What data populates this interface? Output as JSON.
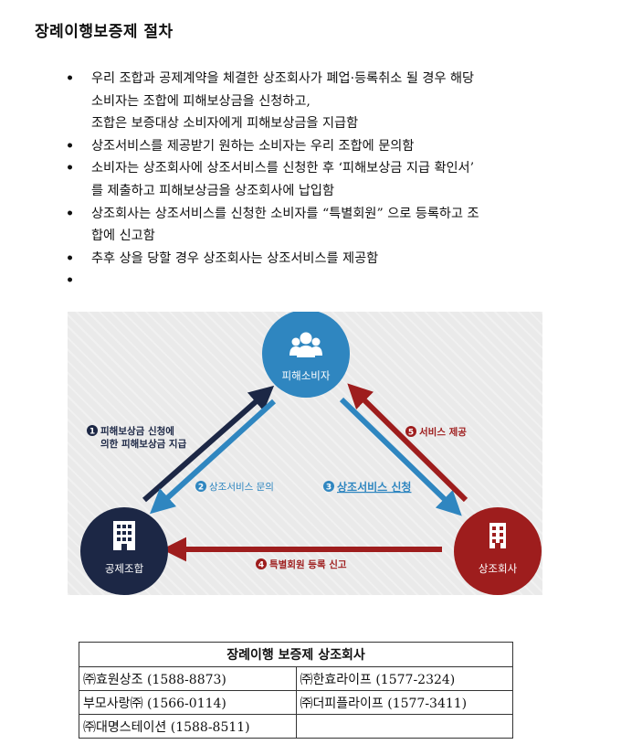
{
  "page": {
    "title": "장례이행보증제 절차"
  },
  "bullets": [
    {
      "lines": [
        "우리 조합과 공제계약을 체결한 상조회사가 폐업·등록취소 될 경우 해당",
        "소비자는 조합에 피해보상금을 신청하고,",
        "조합은 보증대상 소비자에게 피해보상금을 지급함"
      ]
    },
    {
      "lines": [
        "상조서비스를 제공받기 원하는 소비자는 우리 조합에 문의함"
      ]
    },
    {
      "lines": [
        "소비자는 상조회사에 상조서비스를 신청한 후 ‘피해보상금 지급 확인서’",
        "를 제출하고 피해보상금을 상조회사에 납입함"
      ]
    },
    {
      "lines": [
        "상조회사는 상조서비스를 신청한 소비자를 “특별회원” 으로 등록하고 조",
        "합에 신고함"
      ]
    },
    {
      "lines": [
        "추후 상을 당할 경우 상조회사는 상조서비스를 제공함"
      ]
    },
    {
      "lines": [
        ""
      ]
    }
  ],
  "bullet_marker": "•",
  "diagram": {
    "nodes": {
      "consumer": "피해소비자",
      "union": "공제조합",
      "company": "상조회사"
    },
    "steps": [
      {
        "num": "1",
        "lines": [
          "피해보상금 신청에",
          "의한 피해보상금 지급"
        ]
      },
      {
        "num": "2",
        "lines": [
          "상조서비스 문의"
        ]
      },
      {
        "num": "3",
        "lines": [
          "상조서비스 신청"
        ]
      },
      {
        "num": "4",
        "lines": [
          "특별회원 등록 신고"
        ]
      },
      {
        "num": "5",
        "lines": [
          "서비스 제공"
        ]
      }
    ],
    "colors": {
      "consumer": "#2f86c0",
      "union": "#1c2745",
      "company": "#9e1d1d",
      "arrow_navy": "#1c2745",
      "arrow_blue": "#2f86c0",
      "arrow_red": "#9e1d1d"
    }
  },
  "table": {
    "header": "장례이행 보증제 상조회사",
    "rows": [
      [
        "㈜효원상조 (1588-8873)",
        "㈜한효라이프 (1577-2324)"
      ],
      [
        "부모사랑㈜ (1566-0114)",
        "㈜더피플라이프 (1577-3411)"
      ],
      [
        "㈜대명스테이션 (1588-8511)",
        ""
      ]
    ]
  }
}
